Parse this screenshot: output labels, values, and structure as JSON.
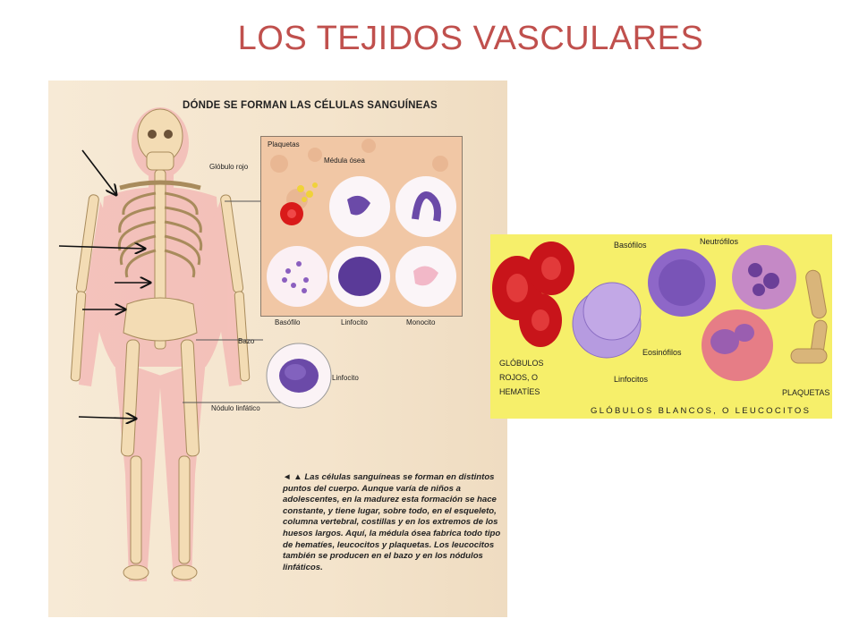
{
  "slide": {
    "title": "LOS TEJIDOS VASCULARES"
  },
  "book": {
    "header": "DÓNDE SE FORMAN LAS CÉLULAS SANGUÍNEAS",
    "labels": {
      "plaquetas": "Plaquetas",
      "medula": "Médula ósea",
      "globulo_rojo": "Glóbulo rojo",
      "basofilo": "Basófilo",
      "linfocito": "Linfocito",
      "monocito": "Monocito",
      "bazo": "Bazo",
      "linfocito2": "Linfocito",
      "nodulo": "Nódulo linfático"
    },
    "caption": "◄ ▲ Las células sanguíneas se forman en distintos puntos del cuerpo. Aunque varía de niños a adolescentes, en la madurez esta formación se hace constante, y tiene lugar, sobre todo, en el esqueleto, columna vertebral, costillas y en los extremos de los huesos largos. Aquí, la médula ósea fabrica todo tipo de hematíes, leucocitos y plaquetas. Los leucocitos también se producen en el bazo y en los nódulos linfáticos."
  },
  "cells_panel": {
    "background": "#f6ef6a",
    "labels": {
      "basofilos": "Basófilos",
      "neutrofilos": "Neutrófilos",
      "eosinofilos": "Eosinófilos",
      "linfocitos": "Linfocitos",
      "globulos_1": "GLÓBULOS",
      "globulos_2": "ROJOS, O",
      "globulos_3": "HEMATÍES",
      "plaquetas": "PLAQUETAS"
    },
    "footer": "GLÓBULOS BLANCOS, O LEUCOCITOS"
  },
  "colors": {
    "title": "#c0504d",
    "red_cell": "#d91a1a",
    "white_cell": "#a98ad0"
  }
}
